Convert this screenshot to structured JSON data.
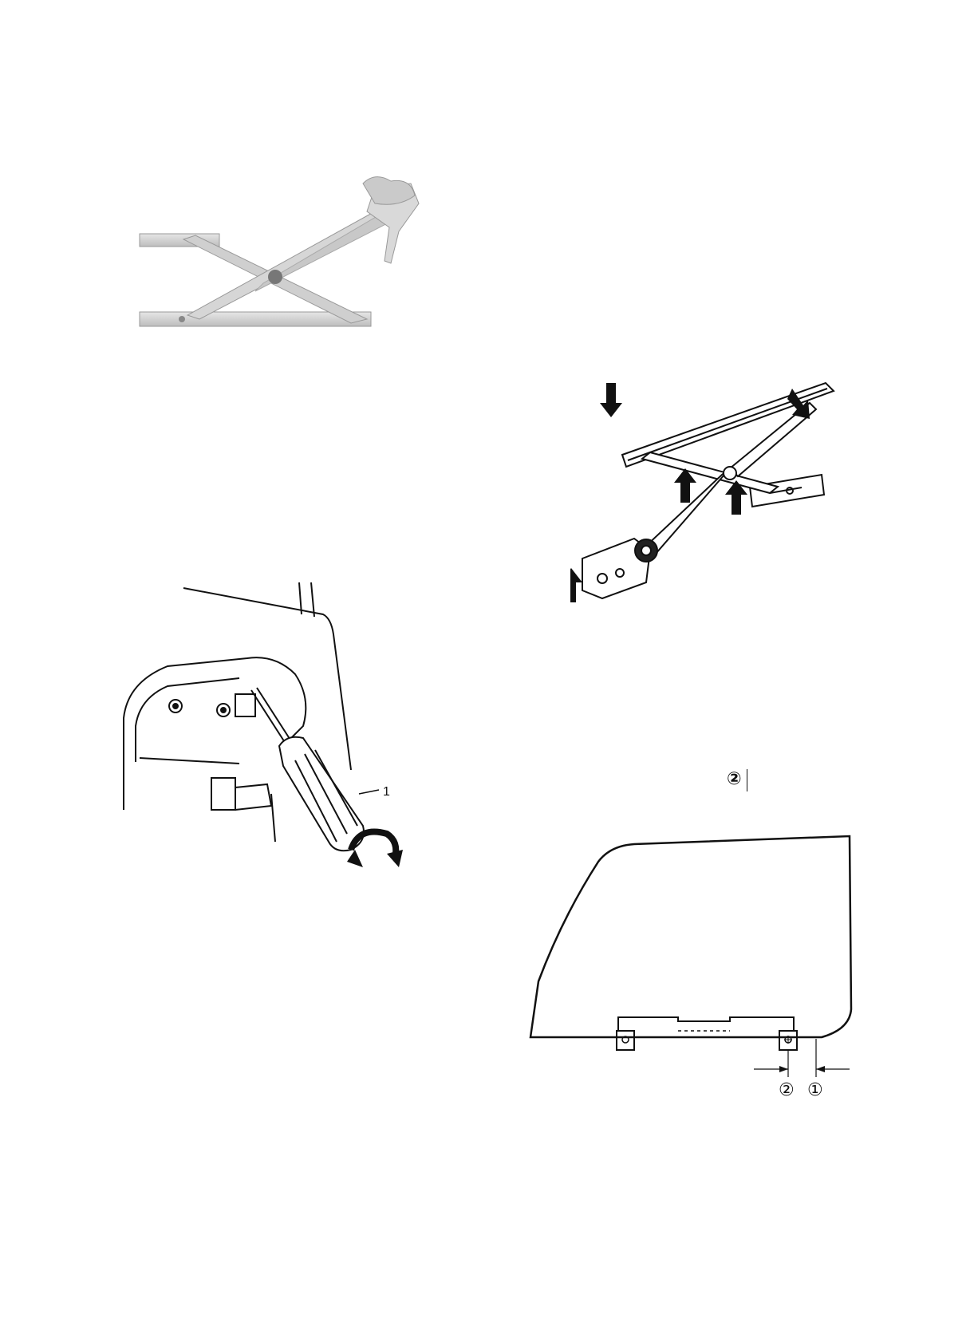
{
  "figures": {
    "regulator_photo": {
      "icon": "window-regulator-photo"
    },
    "regulator_drawing": {
      "icon": "window-regulator-drawing-with-arrows"
    },
    "screwdriver_drawing": {
      "icon": "door-screwdriver-adjustment",
      "callout": "1"
    },
    "glass_drawing": {
      "icon": "door-glass-dimension",
      "label_2": "②",
      "label_1": "①"
    }
  },
  "floating_label": "②"
}
